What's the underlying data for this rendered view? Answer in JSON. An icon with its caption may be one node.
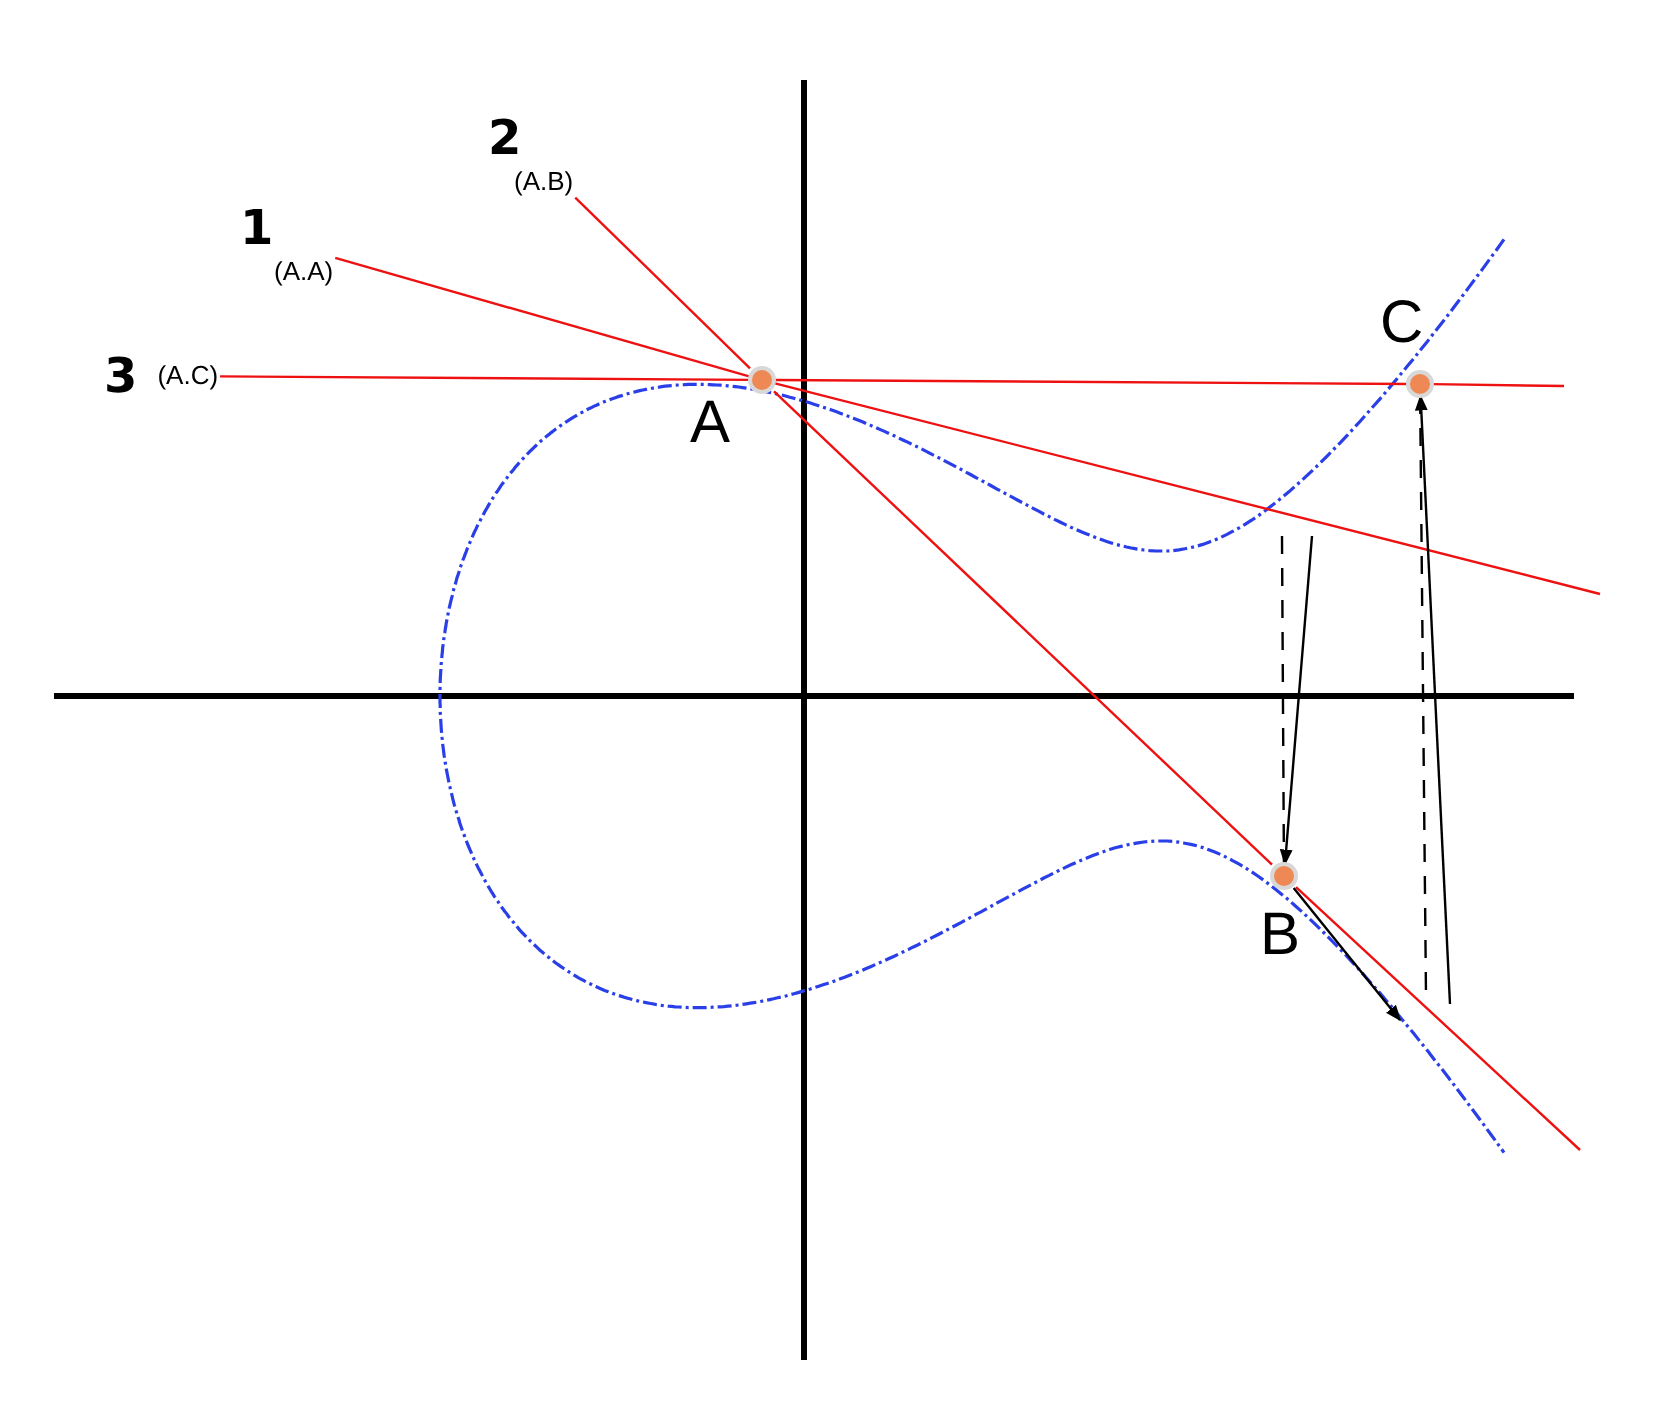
{
  "diagram": {
    "nodes": [
      {
        "text": [],
        "shape": "circle"
      },
      {
        "text": [],
        "shape": "circle"
      },
      {
        "text": [],
        "shape": "circle"
      },
      {
        "text": [
          "1",
          "(A.A)"
        ]
      },
      {
        "text": [
          "2",
          "(A.B)"
        ]
      },
      {
        "text": [
          "3",
          "(A.C)"
        ]
      }
    ],
    "edges": [
      {
        "from": 3,
        "to": 0,
        "arrow": "none"
      },
      {
        "from": 0,
        "to": null,
        "arrow": "none"
      },
      {
        "from": 4,
        "to": 0,
        "arrow": "none"
      },
      {
        "from": 0,
        "to": 1,
        "arrow": "none"
      },
      {
        "from": 1,
        "to": null,
        "arrow": "none"
      },
      {
        "from": 5,
        "to": 0,
        "arrow": "none"
      },
      {
        "from": 0,
        "to": 2,
        "arrow": "none"
      },
      {
        "from": 2,
        "to": null,
        "arrow": "none"
      },
      {
        "from": null,
        "to": 1,
        "arrow": "none",
        "style": "dashed",
        "color": "#000000"
      },
      {
        "from": 2,
        "to": null,
        "arrow": "none",
        "style": "dashed",
        "color": "#000000"
      },
      {
        "from": null,
        "to": 1,
        "arrow": "to",
        "color": "#000000"
      },
      {
        "from": 1,
        "to": null,
        "arrow": "to",
        "color": "#000000"
      },
      {
        "from": null,
        "to": 2,
        "arrow": "to",
        "color": "#000000"
      }
    ],
    "labels": [
      "A",
      "B",
      "C"
    ]
  }
}
